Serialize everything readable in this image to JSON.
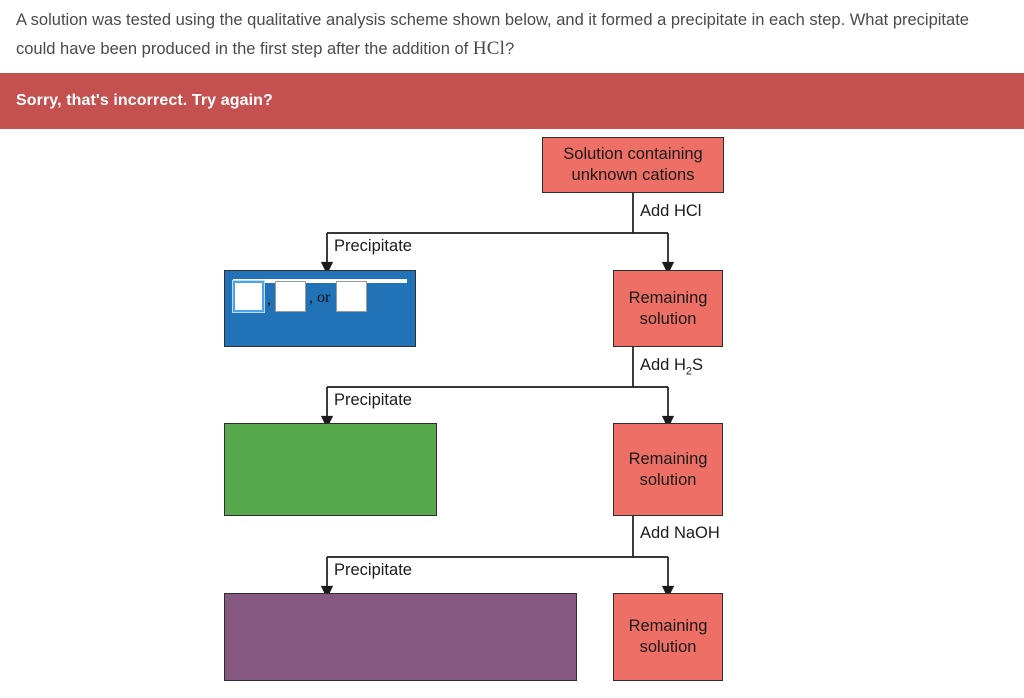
{
  "question": {
    "part1": "A solution was tested using the qualitative analysis scheme shown below, and it formed a precipitate in each step. What precipitate could have been produced in the first step after the addition of ",
    "formula": "HCl",
    "part2": "?"
  },
  "feedback": {
    "message": "Sorry, that's incorrect. Try again?",
    "background_color": "#c4504f",
    "text_color": "#ffffff"
  },
  "diagram": {
    "nodes": {
      "start": {
        "line1": "Solution containing",
        "line2": "unknown cations",
        "color": "#ed6f65"
      },
      "precipitate_1": {
        "text": "",
        "color": "#2272b8"
      },
      "remaining_1": {
        "line1": "Remaining",
        "line2": "solution",
        "color": "#ed6f65"
      },
      "precipitate_2": {
        "text": "",
        "color": "#58a94e"
      },
      "remaining_2": {
        "line1": "Remaining",
        "line2": "solution",
        "color": "#ed6f65"
      },
      "precipitate_3": {
        "text": "",
        "color": "#855982"
      },
      "remaining_3": {
        "line1": "Remaining",
        "line2": "solution",
        "color": "#ed6f65"
      }
    },
    "labels": {
      "add_hcl": "Add HCl",
      "add_h2s_pre": "Add H",
      "add_h2s_sub": "2",
      "add_h2s_post": "S",
      "add_naoh": "Add NaOH",
      "precipitate_1": "Precipitate",
      "precipitate_2": "Precipitate",
      "precipitate_3": "Precipitate"
    }
  },
  "answer_inputs": {
    "field_1": {
      "value": "",
      "focused": true
    },
    "field_2": {
      "value": "",
      "focused": false
    },
    "field_3": {
      "value": "",
      "focused": false
    },
    "separator_comma": ",",
    "separator_or": ", or"
  }
}
